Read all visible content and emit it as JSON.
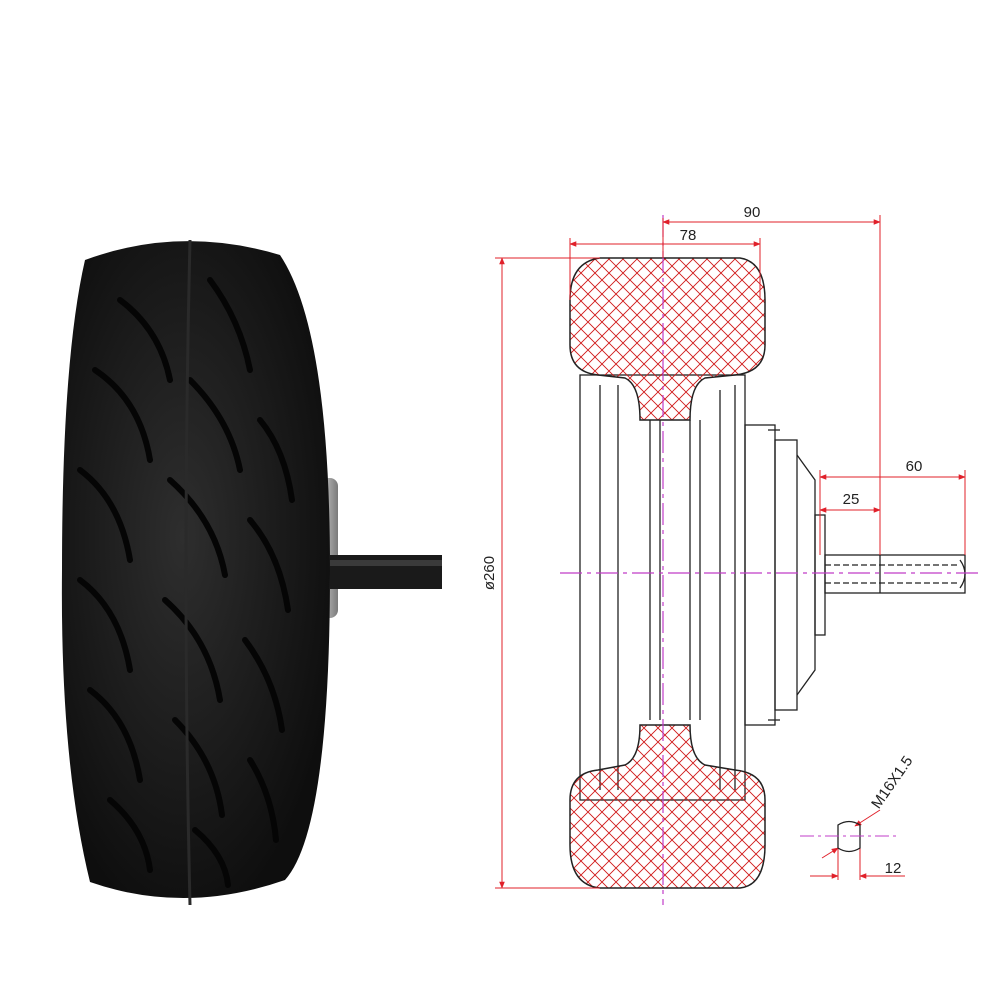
{
  "dimensions": {
    "width_total": "90",
    "width_tire": "78",
    "diameter": "ø260",
    "axle_length": "60",
    "axle_flat": "25",
    "thread": "M16X1.5",
    "flat_width": "12"
  },
  "colors": {
    "dimension_line": "#e0202a",
    "center_line": "#c03cc8",
    "outline": "#222222",
    "hatch": "#d01818",
    "tire": "#1c1c1c"
  },
  "icons": {
    "photo": "hub-motor-wheel-photo",
    "drawing": "wheel-cross-section-drawing"
  }
}
